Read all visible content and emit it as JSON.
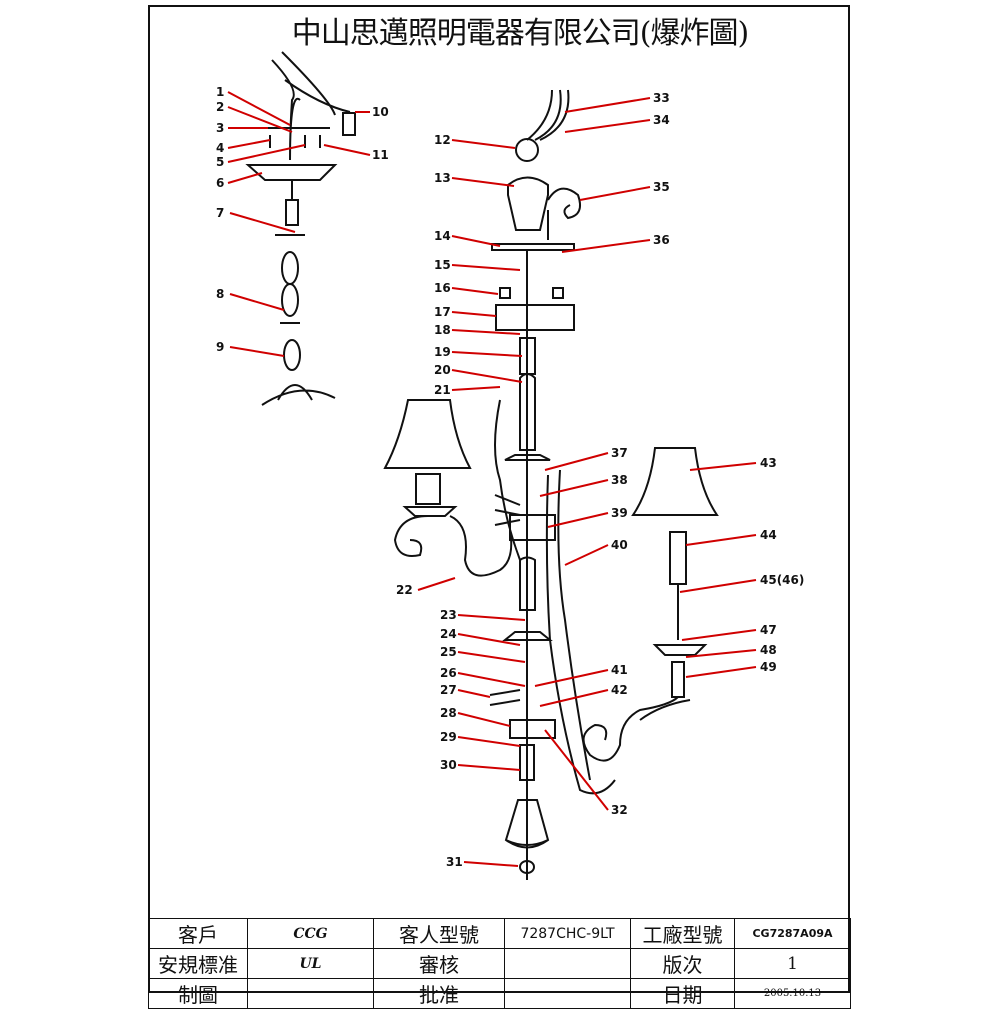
{
  "title": "中山思邁照明電器有限公司(爆炸圖)",
  "part_labels": [
    "1",
    "2",
    "3",
    "4",
    "5",
    "6",
    "7",
    "8",
    "9",
    "10",
    "11",
    "12",
    "13",
    "14",
    "15",
    "16",
    "17",
    "18",
    "19",
    "20",
    "21",
    "22",
    "23",
    "24",
    "25",
    "26",
    "27",
    "28",
    "29",
    "30",
    "31",
    "32",
    "33",
    "34",
    "35",
    "36",
    "37",
    "38",
    "39",
    "40",
    "41",
    "42",
    "43",
    "44",
    "45(46)",
    "47",
    "48",
    "49"
  ],
  "colors": {
    "leader": "#d00000",
    "line": "#111111"
  },
  "title_block": {
    "customer_label": "客戶",
    "customer": "CCG",
    "customer_model_label": "客人型號",
    "customer_model": "7287CHC-9LT",
    "factory_model_label": "工廠型號",
    "factory_model": "CG7287A09A",
    "safety_label": "安規標准",
    "safety": "UL",
    "review_label": "審核",
    "review": "",
    "version_label": "版次",
    "version": "1",
    "drawn_label": "制圖",
    "drawn": "",
    "approve_label": "批准",
    "approve": "",
    "date_label": "日期",
    "date": "2005.10.13"
  }
}
